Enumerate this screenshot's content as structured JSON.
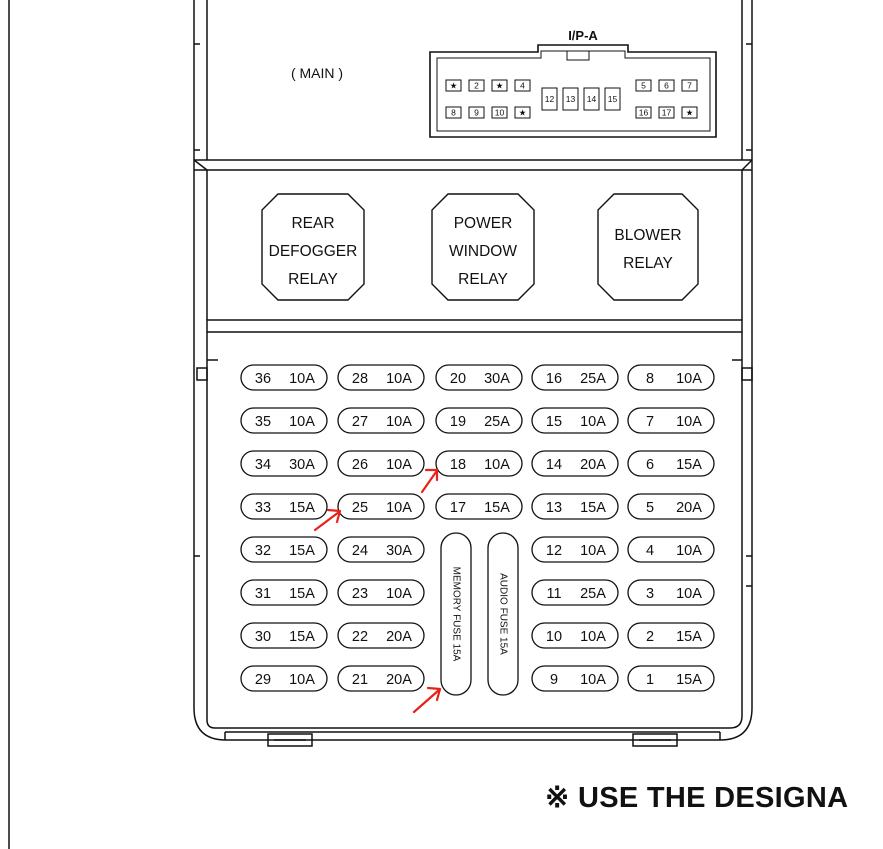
{
  "main_label": "( MAIN )",
  "connector": {
    "label": "I/P-A",
    "top_left": [
      "★",
      "2",
      "★",
      "4"
    ],
    "bottom_left": [
      "8",
      "9",
      "10",
      "★"
    ],
    "center": [
      "12",
      "13",
      "14",
      "15"
    ],
    "top_right": [
      "5",
      "6",
      "7"
    ],
    "bottom_right": [
      "16",
      "17",
      "★"
    ]
  },
  "relays": [
    {
      "lines": [
        "REAR",
        "DEFOGGER",
        "RELAY"
      ]
    },
    {
      "lines": [
        "POWER",
        "WINDOW",
        "RELAY"
      ]
    },
    {
      "lines": [
        "BLOWER",
        "RELAY"
      ]
    }
  ],
  "fuse_columns": [
    [
      {
        "num": "36",
        "amp": "10A"
      },
      {
        "num": "35",
        "amp": "10A"
      },
      {
        "num": "34",
        "amp": "30A"
      },
      {
        "num": "33",
        "amp": "15A"
      },
      {
        "num": "32",
        "amp": "15A"
      },
      {
        "num": "31",
        "amp": "15A"
      },
      {
        "num": "30",
        "amp": "15A"
      },
      {
        "num": "29",
        "amp": "10A"
      }
    ],
    [
      {
        "num": "28",
        "amp": "10A"
      },
      {
        "num": "27",
        "amp": "10A"
      },
      {
        "num": "26",
        "amp": "10A"
      },
      {
        "num": "25",
        "amp": "10A"
      },
      {
        "num": "24",
        "amp": "30A"
      },
      {
        "num": "23",
        "amp": "10A"
      },
      {
        "num": "22",
        "amp": "20A"
      },
      {
        "num": "21",
        "amp": "20A"
      }
    ],
    [
      {
        "num": "20",
        "amp": "30A"
      },
      {
        "num": "19",
        "amp": "25A"
      },
      {
        "num": "18",
        "amp": "10A"
      },
      {
        "num": "17",
        "amp": "15A"
      }
    ],
    [
      {
        "num": "16",
        "amp": "25A"
      },
      {
        "num": "15",
        "amp": "10A"
      },
      {
        "num": "14",
        "amp": "20A"
      },
      {
        "num": "13",
        "amp": "15A"
      },
      {
        "num": "12",
        "amp": "10A"
      },
      {
        "num": "11",
        "amp": "25A"
      },
      {
        "num": "10",
        "amp": "10A"
      },
      {
        "num": "9",
        "amp": "10A"
      }
    ],
    [
      {
        "num": "8",
        "amp": "10A"
      },
      {
        "num": "7",
        "amp": "10A"
      },
      {
        "num": "6",
        "amp": "15A"
      },
      {
        "num": "5",
        "amp": "20A"
      },
      {
        "num": "4",
        "amp": "10A"
      },
      {
        "num": "3",
        "amp": "10A"
      },
      {
        "num": "2",
        "amp": "15A"
      },
      {
        "num": "1",
        "amp": "15A"
      }
    ]
  ],
  "long_fuses": [
    {
      "label": "MEMORY FUSE 15A"
    },
    {
      "label": "AUDIO FUSE 15A"
    }
  ],
  "footer_note": "※ USE THE DESIGNA",
  "colors": {
    "line": "#111111",
    "arrow": "#e8211b",
    "background": "#ffffff"
  }
}
